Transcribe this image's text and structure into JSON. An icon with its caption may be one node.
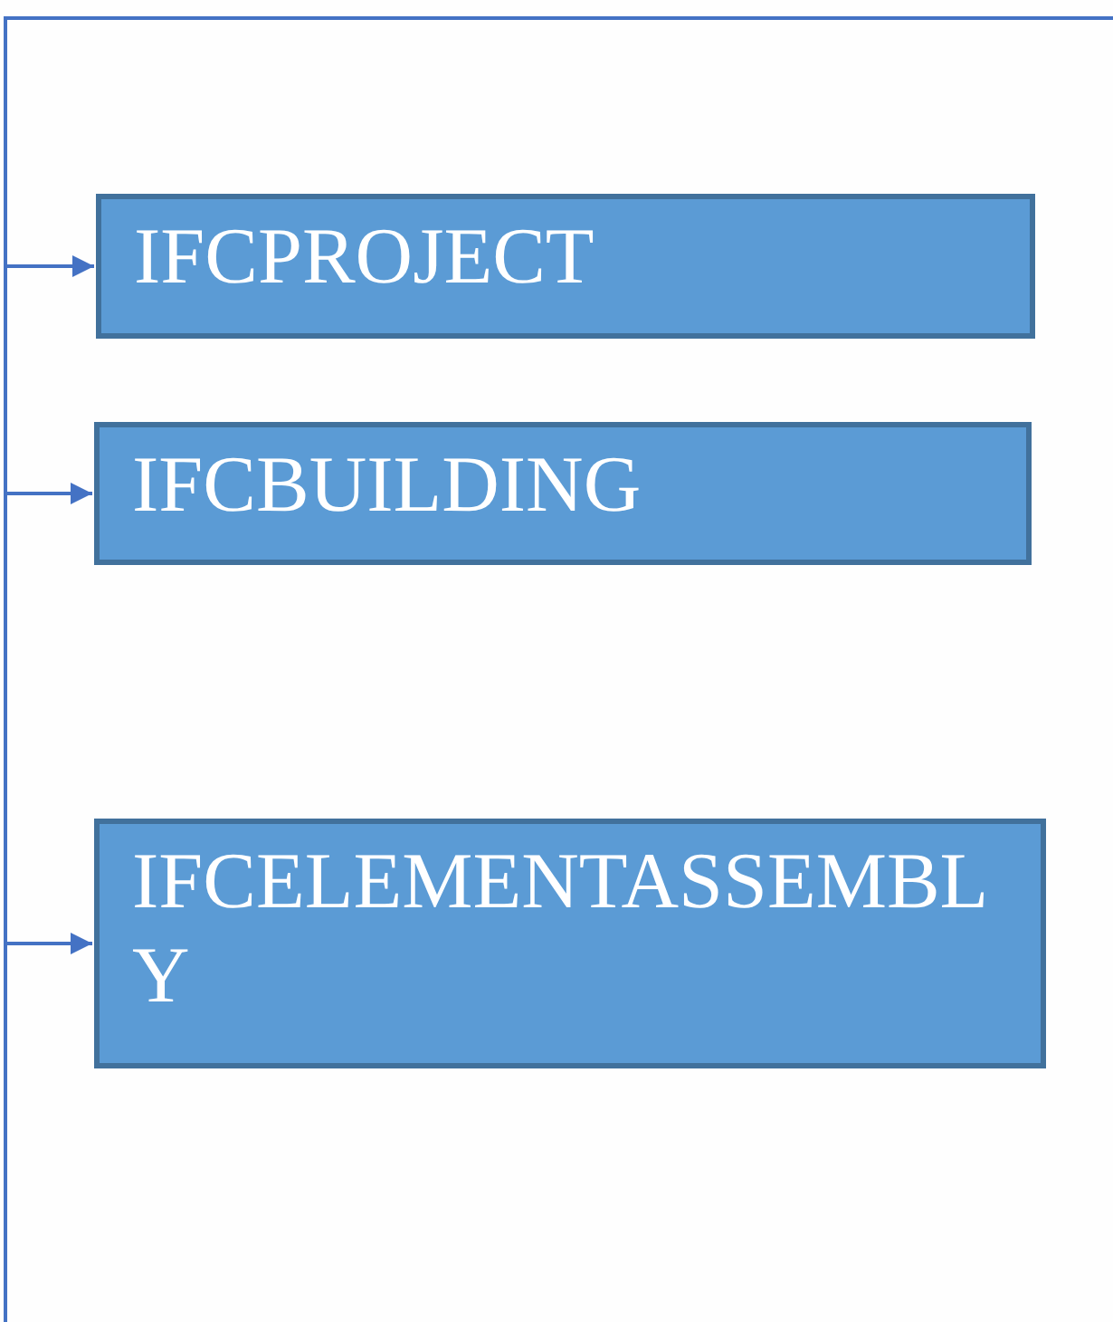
{
  "diagram": {
    "nodes": [
      {
        "text": [
          "IFCPROJECT"
        ]
      },
      {
        "text": [
          "IFCBUILDING"
        ]
      },
      {
        "text": [
          "IFCELEMENTASSEMBLY"
        ]
      }
    ],
    "edges": [
      {
        "from": null,
        "to": 0,
        "arrow": "to"
      },
      {
        "from": null,
        "to": 1,
        "arrow": "to"
      },
      {
        "from": null,
        "to": 2,
        "arrow": "to"
      }
    ]
  }
}
